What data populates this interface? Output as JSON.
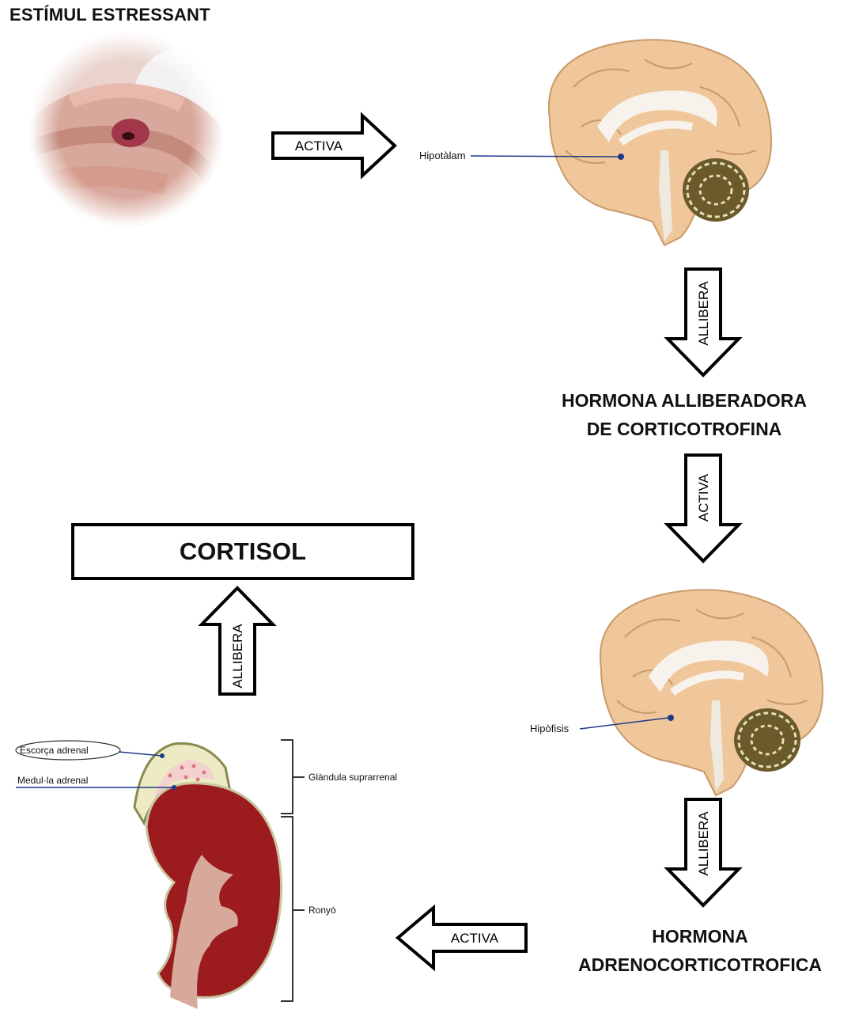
{
  "title": "ESTÍMUL ESTRESSANT",
  "labels": {
    "hypothalamus": "Hipotàlam",
    "pituitary": "Hipòfisis",
    "adrenal_cortex": "Escorça adrenal",
    "adrenal_medulla": "Medul·la adrenal",
    "adrenal_gland": "Glàndula suprarrenal",
    "kidney": "Ronyó"
  },
  "arrows": {
    "a1": "ACTIVA",
    "a2": "ALLIBERA",
    "a3": "ACTIVA",
    "a4": "ALLIBERA",
    "a5": "ACTIVA",
    "a6": "ALLIBERA"
  },
  "hormones": {
    "crh_line1": "HORMONA ALLIBERADORA",
    "crh_line2": "DE CORTICOTROFINA",
    "acth_line1": "HORMONA",
    "acth_line2": "ADRENOCORTICOTROFICA"
  },
  "result": "CORTISOL",
  "colors": {
    "brain": "#f0c79a",
    "brain_stroke": "#c99a6a",
    "cerebellum": "#6b5a2a",
    "kidney": "#9b1b1e",
    "adrenal": "#ecebc4",
    "label_line": "#1f3a8a"
  }
}
